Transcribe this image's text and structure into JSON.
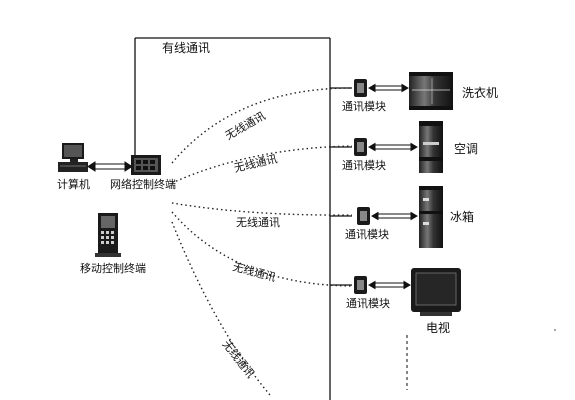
{
  "diagram": {
    "wired_label": "有线通讯",
    "wireless_label": "无线通讯",
    "computer_label": "计算机",
    "terminal_label": "网络控制终端",
    "mobile_terminal_label": "移动控制终端",
    "module_label": "通讯模块",
    "appliances": [
      {
        "name": "洗衣机",
        "icon": "washing-machine-icon"
      },
      {
        "name": "空调",
        "icon": "air-conditioner-icon"
      },
      {
        "name": "冰箱",
        "icon": "refrigerator-icon"
      },
      {
        "name": "电视",
        "icon": "television-icon"
      }
    ]
  }
}
